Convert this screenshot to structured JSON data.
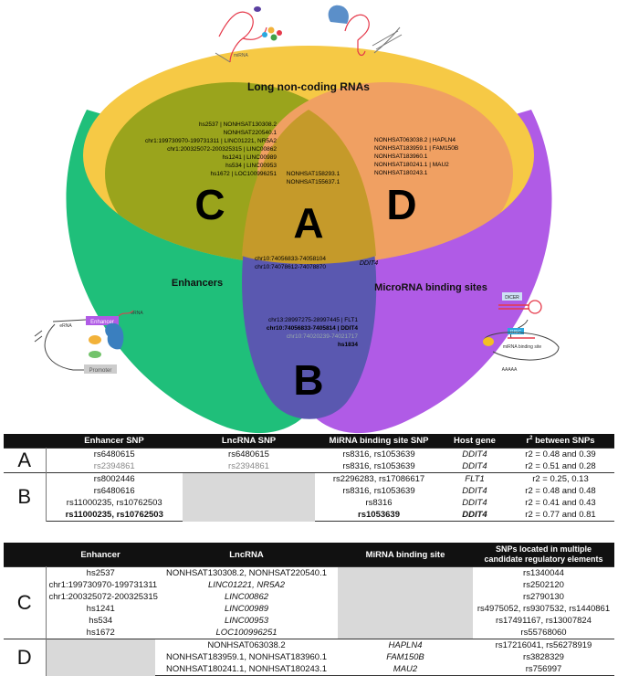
{
  "colors": {
    "lncrna": "#f6c945",
    "enhancers": "#1fbf7a",
    "mirna": "#b05be6",
    "region_c": "#9aa41c",
    "region_d": "#f0a062",
    "region_a": "#c59a2a",
    "region_b": "#5a58b0"
  },
  "diagram": {
    "set_labels": {
      "lncrna": "Long non-coding RNAs",
      "enhancers": "Enhancers",
      "mirna": "MicroRNA binding sites"
    },
    "region_letters": {
      "a": "A",
      "b": "B",
      "c": "C",
      "d": "D"
    },
    "icons": {
      "mirna_label": "miRNA",
      "erna_label_1": "eRNA",
      "erna_label_2": "eRNA",
      "enhancer_box": "Enhancer",
      "promoter_box": "Promoter",
      "dicer_label": "DICER",
      "risc_label": "RISC",
      "binding_site_label": "miRNA binding site",
      "polya_label": "AAAAA"
    },
    "region_c_lines": [
      "hs2537 | NONHSAT130308.2",
      "NONHSAT220540.1",
      "chr1:199730970-199731311 | LINC01221, NR5A2",
      "chr1:200325072-200325315 | LINC00862",
      "hs1241 | LINC00989",
      "hs534 | LINC00953",
      "hs1672 | LOC100996251"
    ],
    "region_d_lines": [
      "NONHSAT063038.2 | HAPLN4",
      "NONHSAT183959.1 | FAM150B",
      "NONHSAT183960.1",
      "NONHSAT180241.1 | MAU2",
      "NONHSAT180243.1"
    ],
    "region_ad_lines": [
      "NONHSAT158293.1",
      "NONHSAT155637.1"
    ],
    "region_ac_lines": [
      "chr10:74056833-74058104",
      "chr10:74078612-74078870"
    ],
    "region_a_gene": "DDIT4",
    "region_b_lines": [
      "chr13:28997275-28997445 | FLT1",
      "chr10:74056833-7405814 | DDIT4",
      "chr10:74020239-74021717",
      "hs1834"
    ]
  },
  "table1": {
    "headers": [
      "Enhancer SNP",
      "LncRNA SNP",
      "MiRNA binding site SNP",
      "Host gene",
      "r2 between SNPs"
    ],
    "r2_header_pre": "r",
    "r2_header_sup": "2",
    "r2_header_post": " between SNPs",
    "groups": [
      {
        "letter": "A",
        "rows": [
          {
            "enhancer": "rs6480615",
            "lncrna": "rs6480615",
            "mirna": "rs8316, rs1053639",
            "gene": "DDIT4",
            "r2": "r2 = 0.48 and 0.39"
          },
          {
            "enhancer": "rs2394861",
            "lncrna": "rs2394861",
            "mirna": "rs8316, rs1053639",
            "gene": "DDIT4",
            "r2": "r2 = 0.51 and 0.28"
          }
        ]
      },
      {
        "letter": "B",
        "rows": [
          {
            "enhancer": "rs8002446",
            "lncrna": "",
            "mirna": "rs2296283, rs17086617",
            "gene": "FLT1",
            "r2": "r2 = 0.25, 0.13"
          },
          {
            "enhancer": "rs6480616",
            "lncrna": "",
            "mirna": "rs8316, rs1053639",
            "gene": "DDIT4",
            "r2": "r2 = 0.48 and 0.48"
          },
          {
            "enhancer": "rs11000235, rs10762503",
            "lncrna": "",
            "mirna": "rs8316",
            "gene": "DDIT4",
            "r2": "r2 = 0.41 and 0.43"
          },
          {
            "enhancer": "rs11000235, rs10762503",
            "lncrna": "",
            "mirna": "rs1053639",
            "gene": "DDIT4",
            "r2": "r2 = 0.77 and 0.81"
          }
        ]
      }
    ]
  },
  "table2": {
    "headers": [
      "Enhancer",
      "LncRNA",
      "MiRNA binding site",
      "SNPs located in multiple candidate regulatory elements"
    ],
    "groups": [
      {
        "letter": "C",
        "rows": [
          {
            "enhancer": "hs2537",
            "lncrna": "NONHSAT130308.2, NONHSAT220540.1",
            "mirna": "",
            "snps": "rs1340044"
          },
          {
            "enhancer": "chr1:199730970-199731311",
            "lncrna": "LINC01221, NR5A2",
            "mirna": "",
            "snps": "rs2502120"
          },
          {
            "enhancer": "chr1:200325072-200325315",
            "lncrna": "LINC00862",
            "mirna": "",
            "snps": "rs2790130"
          },
          {
            "enhancer": "hs1241",
            "lncrna": "LINC00989",
            "mirna": "",
            "snps": "rs4975052, rs9307532, rs1440861"
          },
          {
            "enhancer": "hs534",
            "lncrna": "LINC00953",
            "mirna": "",
            "snps": "rs17491167, rs13007824"
          },
          {
            "enhancer": "hs1672",
            "lncrna": "LOC100996251",
            "mirna": "",
            "snps": "rs55768060"
          }
        ]
      },
      {
        "letter": "D",
        "rows": [
          {
            "enhancer": "",
            "lncrna": "NONHSAT063038.2",
            "mirna": "HAPLN4",
            "snps": "rs17216041, rs56278919"
          },
          {
            "enhancer": "",
            "lncrna": "NONHSAT183959.1, NONHSAT183960.1",
            "mirna": "FAM150B",
            "snps": "rs3828329"
          },
          {
            "enhancer": "",
            "lncrna": "NONHSAT180241.1, NONHSAT180243.1",
            "mirna": "MAU2",
            "snps": "rs756997"
          }
        ]
      }
    ]
  }
}
